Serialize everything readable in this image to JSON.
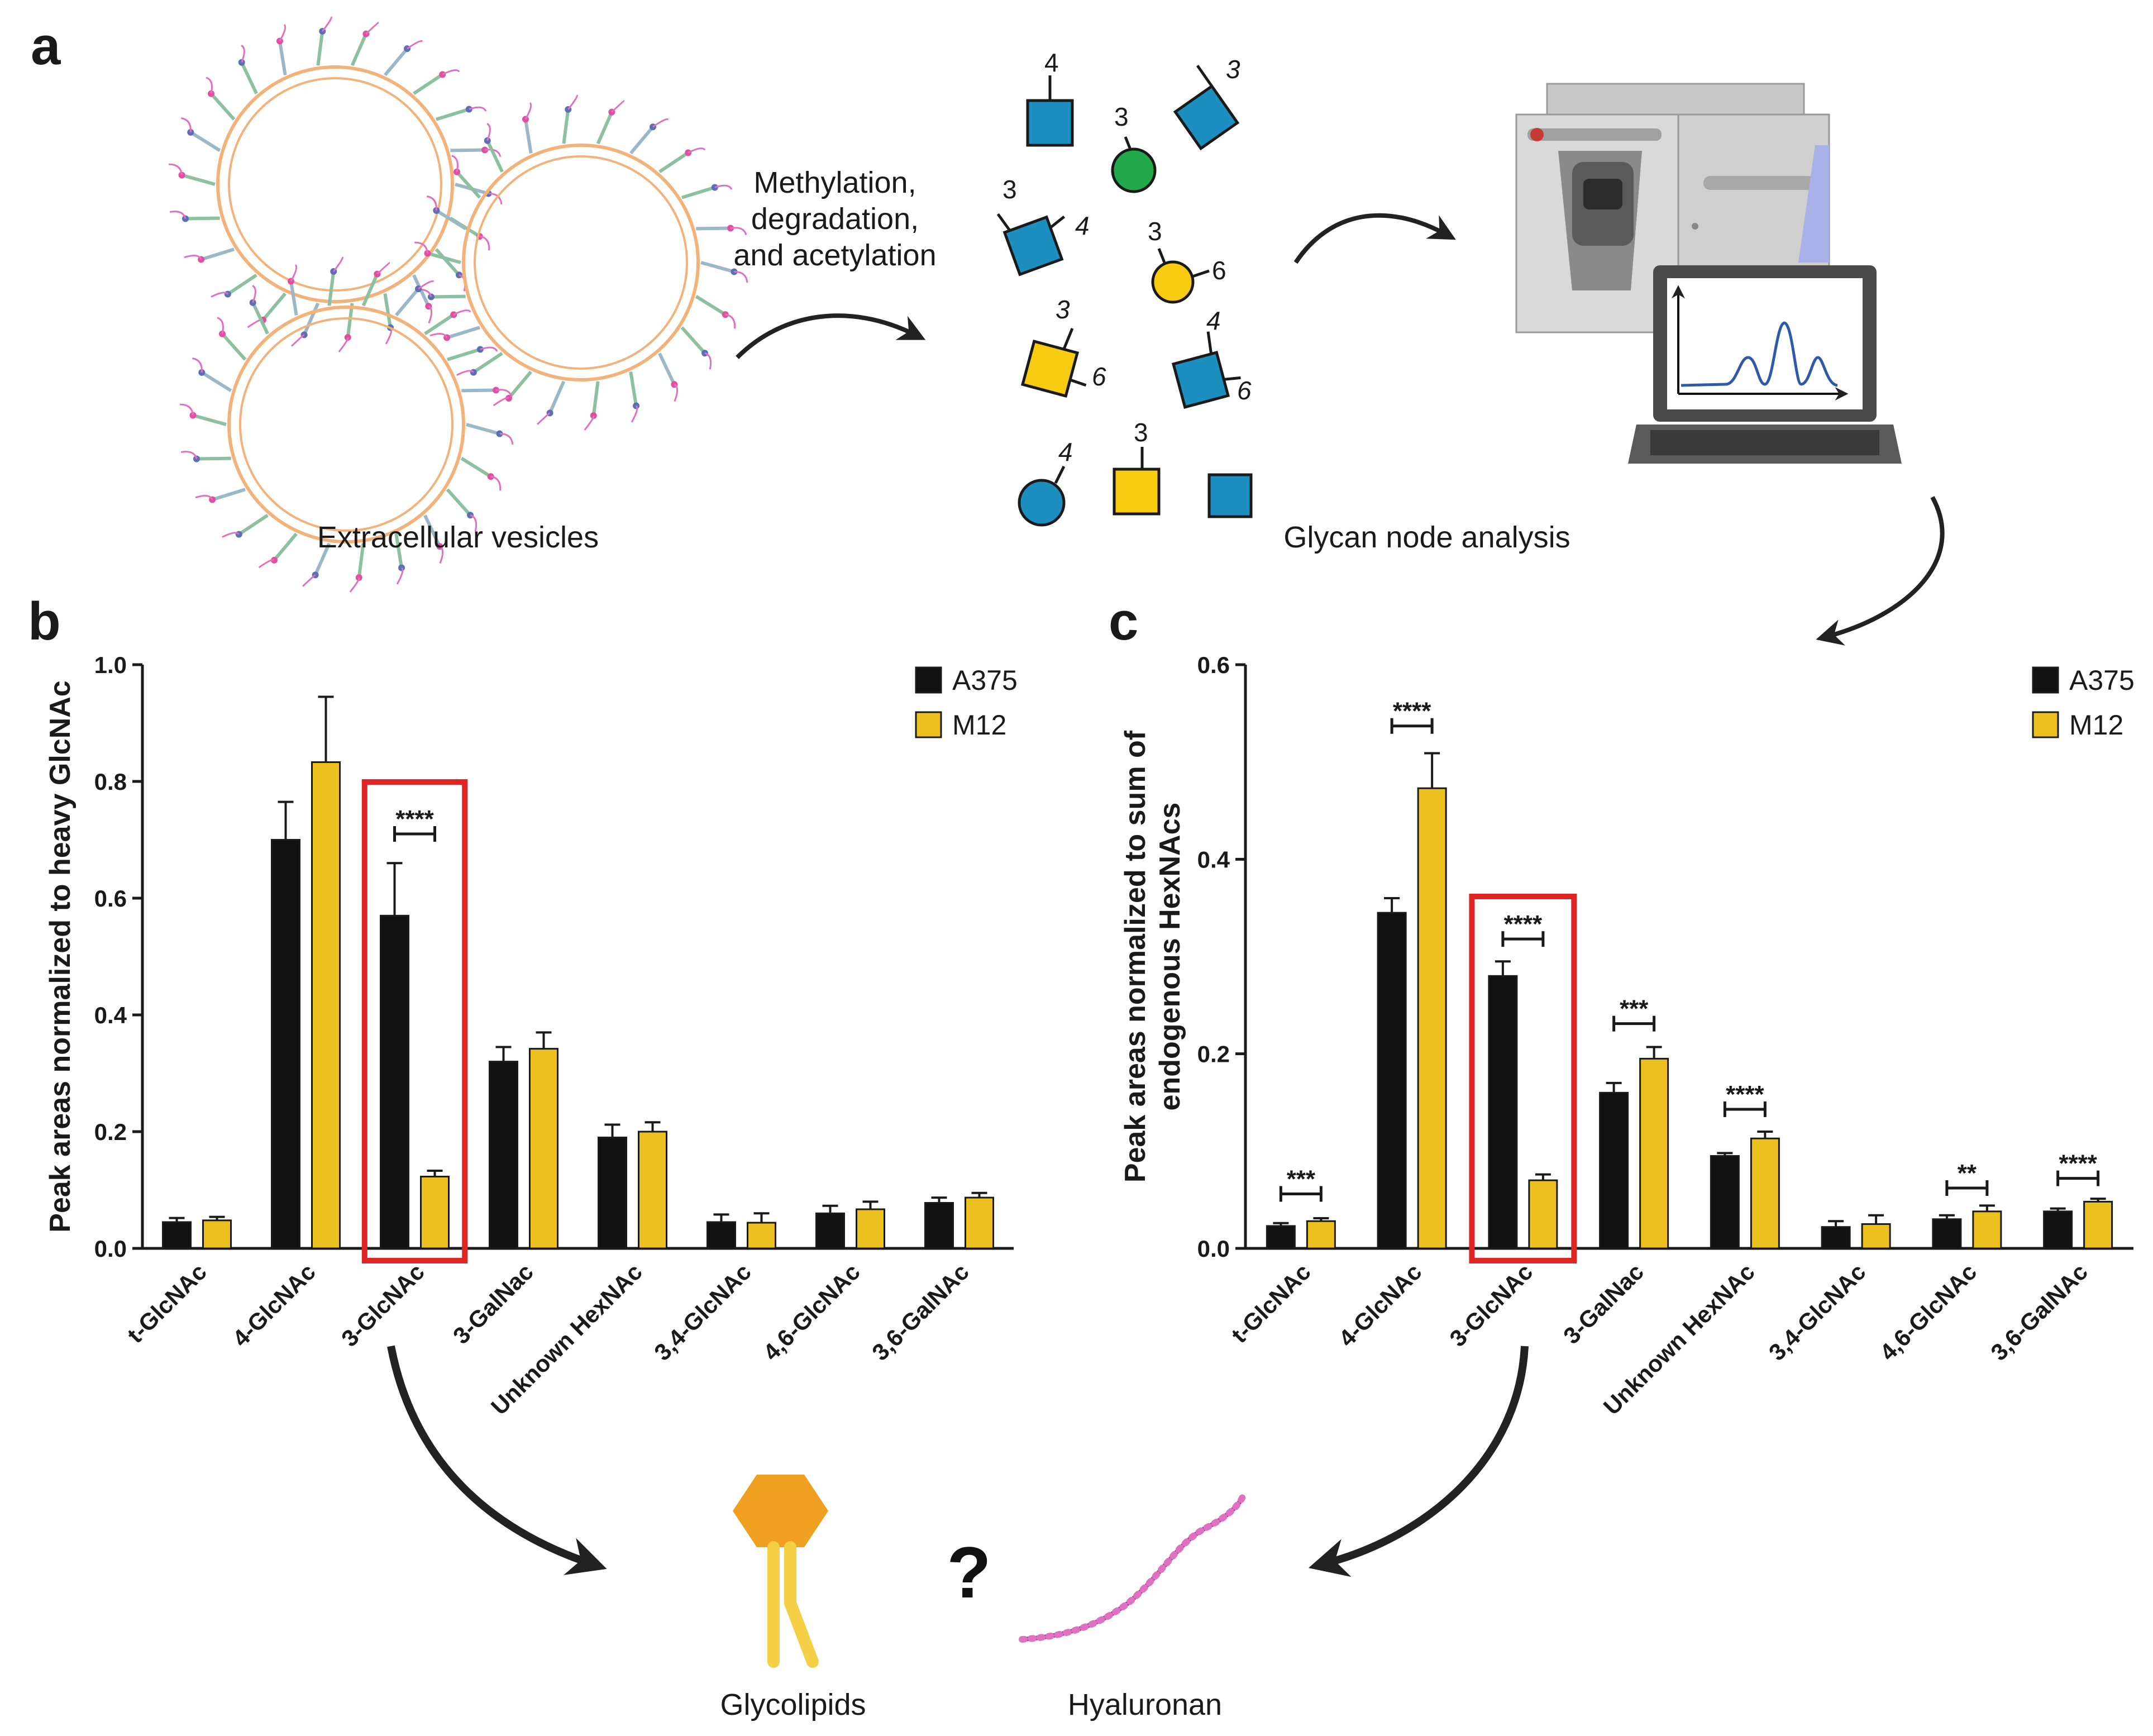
{
  "panels": {
    "a": {
      "label": "a",
      "vesicles_caption": "Extracellular vesicles",
      "process_caption_lines": [
        "Methylation,",
        "degradation,",
        "and acetylation"
      ],
      "analysis_caption": "Glycan node analysis",
      "node_numbers": [
        "4",
        "3",
        "3",
        "3",
        "4",
        "3",
        "6",
        "3",
        "6",
        "4",
        "6",
        "4",
        "3"
      ]
    },
    "b": {
      "label": "b"
    },
    "c": {
      "label": "c"
    },
    "bottom": {
      "question_mark": "?",
      "glycolipids_caption": "Glycolipids",
      "hyaluronan_caption": "Hyaluronan"
    }
  },
  "colors": {
    "A375": "#111111",
    "M12": "#ecc11f",
    "highlight_box": "#e02525",
    "blue_node": "#1c8fc0",
    "green_node": "#20a84a",
    "yellow_node": "#f7cb0f",
    "hexagon": "#f0a020",
    "lipid_tail": "#f5cf45",
    "hyaluronan_line": "#8a2f8c",
    "hyaluronan_beads": "#e070c0"
  },
  "icons": [
    "extracellular-vesicle-icon",
    "glycan-node-square-icon",
    "glycan-node-circle-icon",
    "gc-ms-instrument-icon",
    "laptop-chromatogram-icon",
    "glycolipid-icon",
    "hyaluronan-icon",
    "curved-arrow-icon"
  ],
  "chart_data": [
    {
      "type": "bar",
      "panel": "b",
      "title": "",
      "ylabel": "Peak areas normalized to heavy GlcNAc",
      "xlabel": "",
      "ylim": [
        0,
        1.0
      ],
      "yticks": [
        "0.0",
        "0.2",
        "0.4",
        "0.6",
        "0.8",
        "1.0"
      ],
      "legend_position": "top-right",
      "categories": [
        "t-GlcNAc",
        "4-GlcNAc",
        "3-GlcNAc",
        "3-GalNac",
        "Unknown HexNAc",
        "3,4-GlcNAc",
        "4,6-GlcNAc",
        "3,6-GalNAc"
      ],
      "series": [
        {
          "name": "A375",
          "values": [
            0.045,
            0.7,
            0.57,
            0.32,
            0.19,
            0.045,
            0.06,
            0.078
          ],
          "errors": [
            0.007,
            0.065,
            0.09,
            0.025,
            0.022,
            0.013,
            0.013,
            0.009
          ]
        },
        {
          "name": "M12",
          "values": [
            0.048,
            0.833,
            0.123,
            0.342,
            0.2,
            0.044,
            0.067,
            0.087
          ],
          "errors": [
            0.006,
            0.112,
            0.01,
            0.028,
            0.016,
            0.016,
            0.013,
            0.008
          ]
        }
      ],
      "significance": [
        {
          "category": "3-GlcNAc",
          "label": "****",
          "y": 0.71
        }
      ],
      "highlighted_category": "3-GlcNAc"
    },
    {
      "type": "bar",
      "panel": "c",
      "title": "",
      "ylabel_lines": [
        "Peak areas normalized to sum of",
        "endogenous HexNAcs"
      ],
      "xlabel": "",
      "ylim": [
        0,
        0.6
      ],
      "yticks": [
        "0.0",
        "0.2",
        "0.4",
        "0.6"
      ],
      "legend_position": "top-right",
      "categories": [
        "t-GlcNAc",
        "4-GlcNAc",
        "3-GlcNAc",
        "3-GalNac",
        "Unknown HexNAc",
        "3,4-GlcNAc",
        "4,6-GlcNAc",
        "3,6-GalNAc"
      ],
      "series": [
        {
          "name": "A375",
          "values": [
            0.023,
            0.345,
            0.28,
            0.16,
            0.095,
            0.022,
            0.03,
            0.038
          ],
          "errors": [
            0.003,
            0.015,
            0.015,
            0.01,
            0.003,
            0.006,
            0.004,
            0.003
          ]
        },
        {
          "name": "M12",
          "values": [
            0.028,
            0.473,
            0.07,
            0.195,
            0.113,
            0.025,
            0.038,
            0.048
          ],
          "errors": [
            0.003,
            0.036,
            0.006,
            0.012,
            0.007,
            0.009,
            0.006,
            0.003
          ]
        }
      ],
      "significance": [
        {
          "category": "t-GlcNAc",
          "label": "***",
          "y": 0.056
        },
        {
          "category": "4-GlcNAc",
          "label": "****",
          "y": 0.537
        },
        {
          "category": "3-GlcNAc",
          "label": "****",
          "y": 0.318
        },
        {
          "category": "3-GalNac",
          "label": "***",
          "y": 0.231
        },
        {
          "category": "Unknown HexNAc",
          "label": "****",
          "y": 0.143
        },
        {
          "category": "4,6-GlcNAc",
          "label": "**",
          "y": 0.062
        },
        {
          "category": "3,6-GalNAc",
          "label": "****",
          "y": 0.072
        }
      ],
      "highlighted_category": "3-GlcNAc"
    }
  ]
}
